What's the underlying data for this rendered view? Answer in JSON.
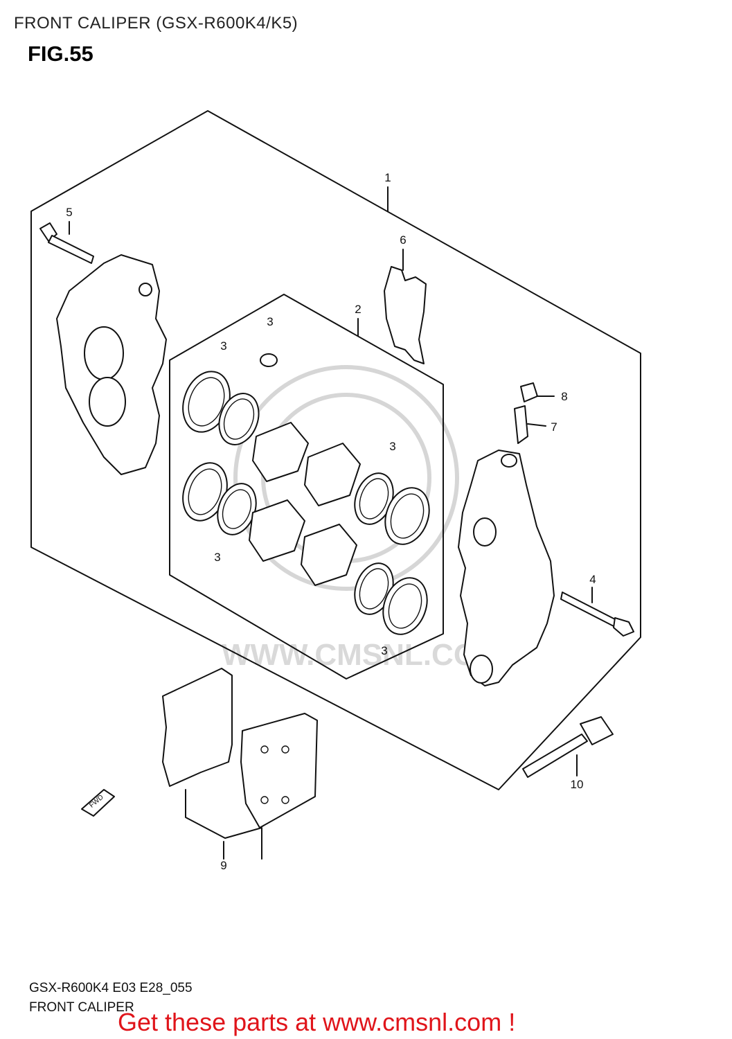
{
  "header": {
    "title": "FRONT CALIPER (GSX-R600K4/K5)",
    "fig_label": "FIG.55"
  },
  "diagram": {
    "callouts": [
      "1",
      "2",
      "3",
      "3",
      "3",
      "3",
      "3",
      "4",
      "5",
      "6",
      "7",
      "8",
      "9",
      "10"
    ],
    "direction_marker": "FWD",
    "watermark": "WWW.CMSNL.COM"
  },
  "footer": {
    "model_code": "GSX-R600K4 E03 E28_055",
    "section_name": "FRONT CALIPER",
    "cta": "Get these parts at www.cmsnl.com !"
  },
  "colors": {
    "line": "#111111",
    "cta": "#e0141a",
    "watermark": "#d6d6d6"
  }
}
